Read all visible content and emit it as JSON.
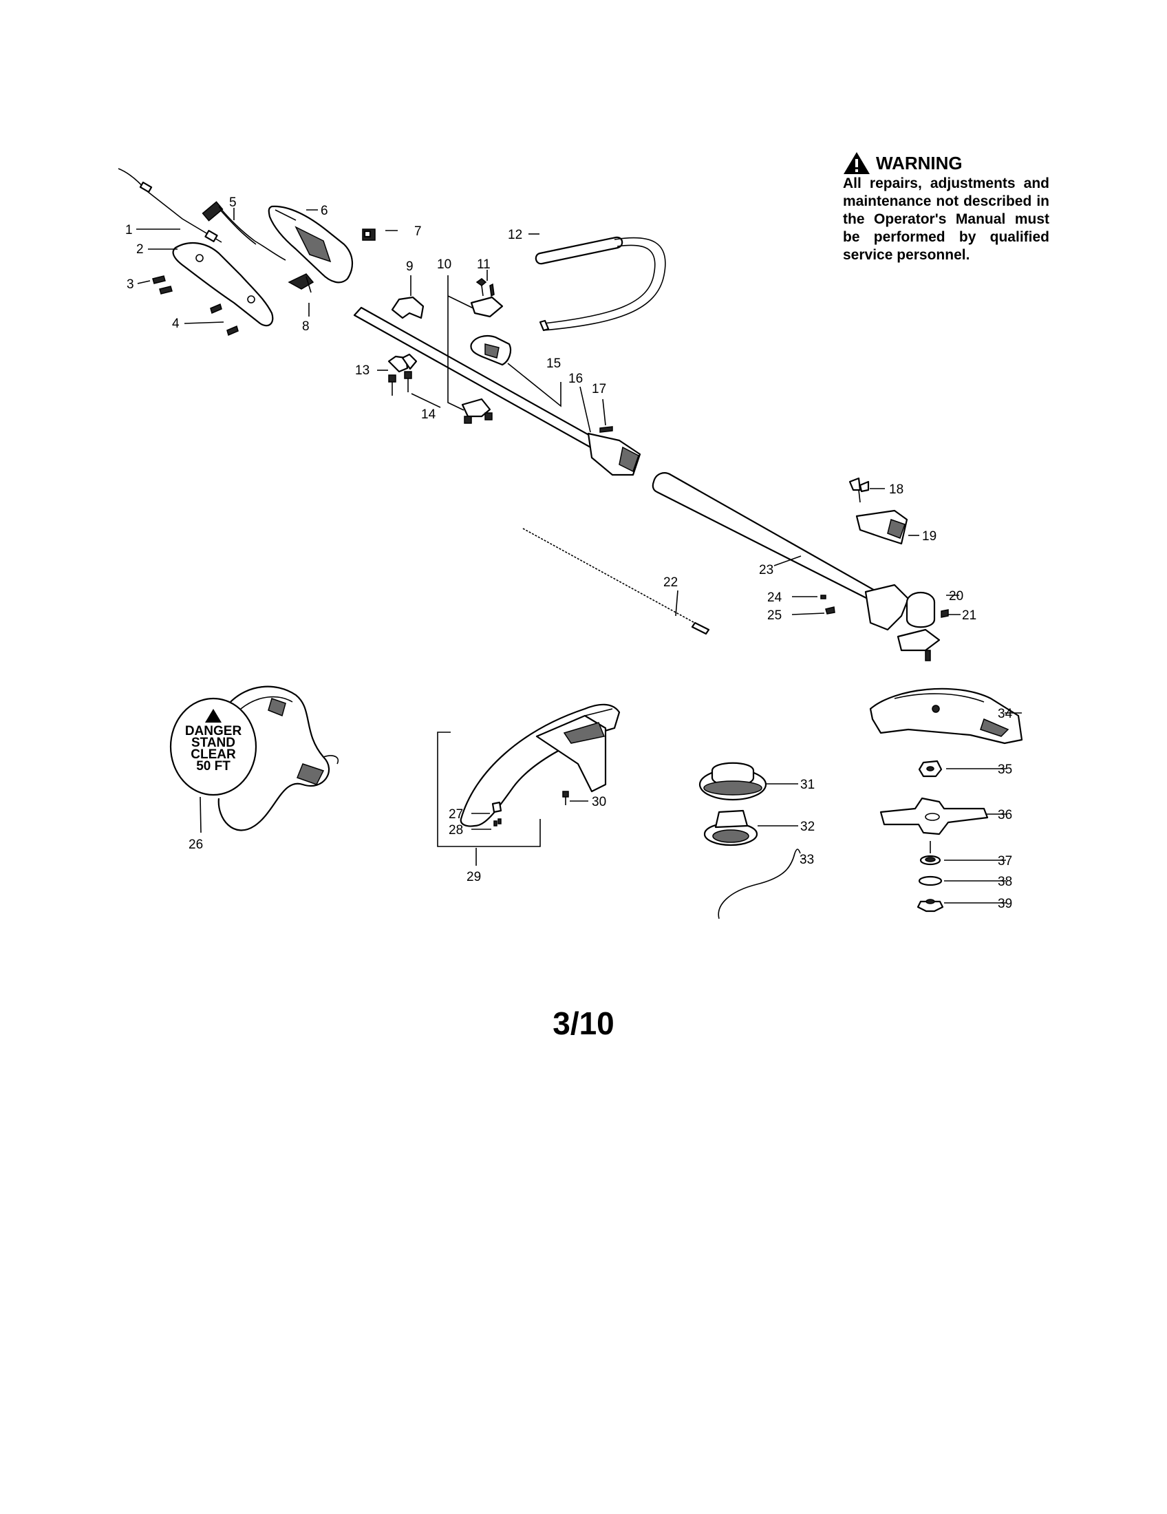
{
  "warning": {
    "title": "WARNING",
    "text": "All repairs, adjustments and maintenance not described in the Operator's Manual must be performed by qualified service personnel."
  },
  "decal": {
    "line1": "DANGER",
    "line2": "STAND",
    "line3": "CLEAR",
    "line4": "50 FT"
  },
  "part_numbers": [
    "1",
    "2",
    "3",
    "4",
    "5",
    "6",
    "7",
    "8",
    "9",
    "10",
    "11",
    "12",
    "13",
    "14",
    "15",
    "16",
    "17",
    "18",
    "19",
    "20",
    "21",
    "22",
    "23",
    "24",
    "25",
    "26",
    "27",
    "28",
    "29",
    "30",
    "31",
    "32",
    "33",
    "34",
    "35",
    "36",
    "37",
    "38",
    "39"
  ],
  "page_number": "3/10"
}
